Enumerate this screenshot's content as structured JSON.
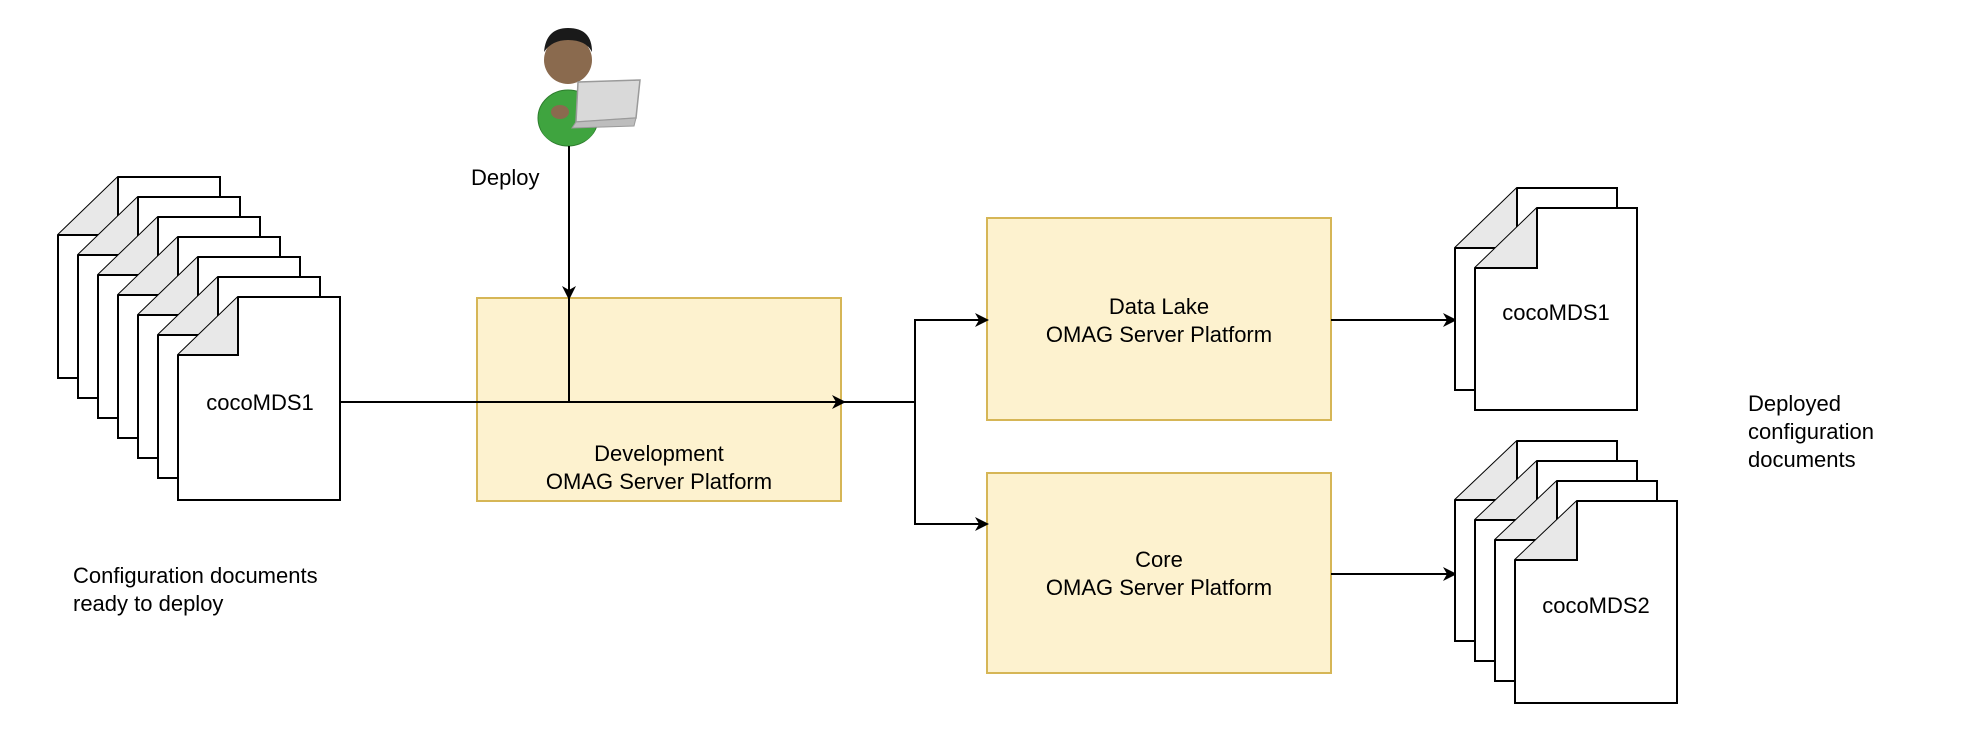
{
  "actor": {
    "label": "Deploy"
  },
  "source_docs": {
    "label": "cocoMDS1",
    "caption_line1": "Configuration documents",
    "caption_line2": "ready to deploy"
  },
  "platforms": {
    "development": {
      "line1": "Development",
      "line2": "OMAG Server Platform"
    },
    "data_lake": {
      "line1": "Data Lake",
      "line2": "OMAG Server Platform"
    },
    "core": {
      "line1": "Core",
      "line2": "OMAG Server Platform"
    }
  },
  "deployed_docs": {
    "data_lake_label": "cocoMDS1",
    "core_label": "cocoMDS2",
    "caption_line1": "Deployed",
    "caption_line2": "configuration",
    "caption_line3": "documents"
  },
  "colors": {
    "platform_fill": "#fdf2cf",
    "platform_stroke": "#d6b656",
    "line": "#000000",
    "person_shirt": "#3fa43f",
    "person_skin": "#8a6a4e"
  }
}
